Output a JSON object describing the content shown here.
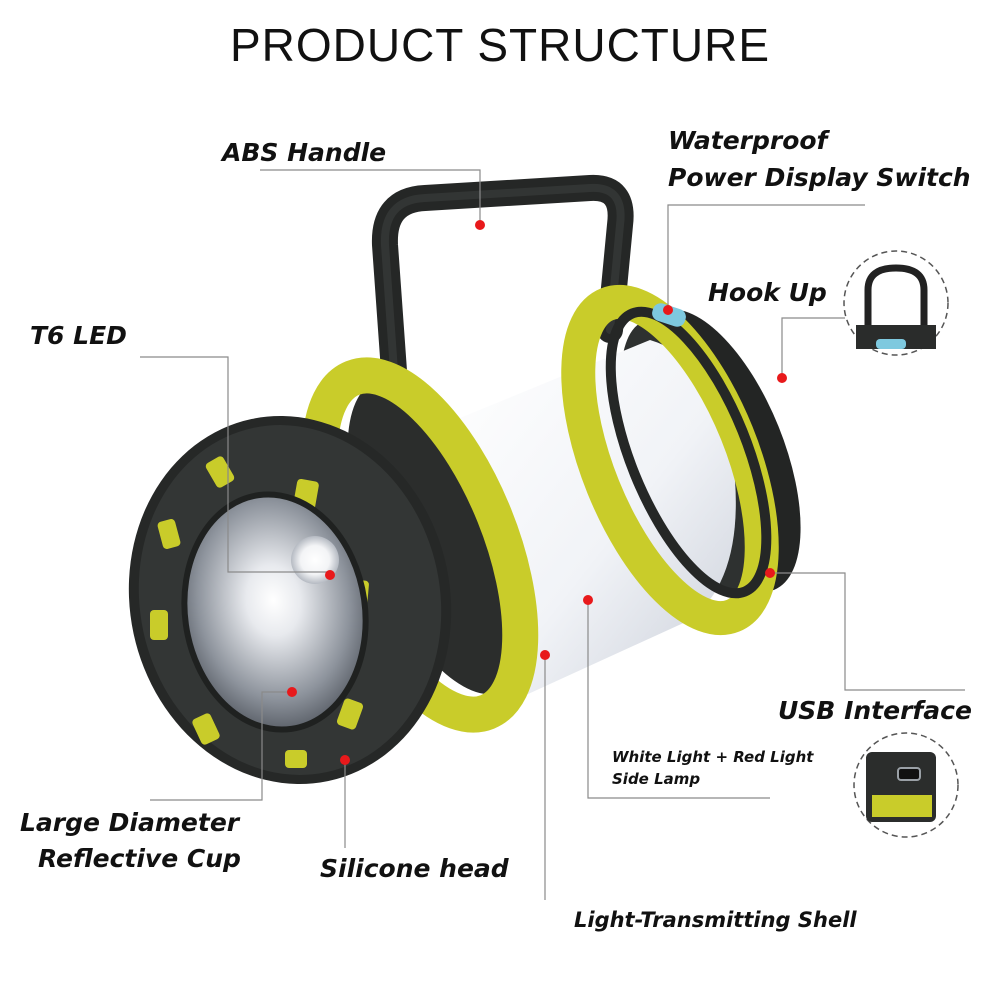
{
  "title": "PRODUCT STRUCTURE",
  "labels": {
    "abs_handle": "ABS Handle",
    "waterproof_line1": "Waterproof",
    "waterproof_line2": "Power Display Switch",
    "hook_up": "Hook Up",
    "t6_led": "T6 LED",
    "usb_interface": "USB Interface",
    "side_lamp_line1": "White Light + Red Light",
    "side_lamp_line2": "Side Lamp",
    "reflective_cup_line1": "Large Diameter",
    "reflective_cup_line2": "Reflective Cup",
    "silicone_head": "Silicone head",
    "shell": "Light-Transmitting Shell"
  },
  "colors": {
    "accent_yellow": "#c9cc2a",
    "body_black": "#2b2d2c",
    "marker_red": "#e8191b",
    "switch_blue": "#7ec9df",
    "leader_gray": "#8a8a8a"
  },
  "icons": {
    "product": "camping-lantern-flashlight",
    "marker": "red-dot-marker",
    "detail_top": "hook-detail-circle",
    "detail_bottom": "usb-port-detail-circle"
  }
}
